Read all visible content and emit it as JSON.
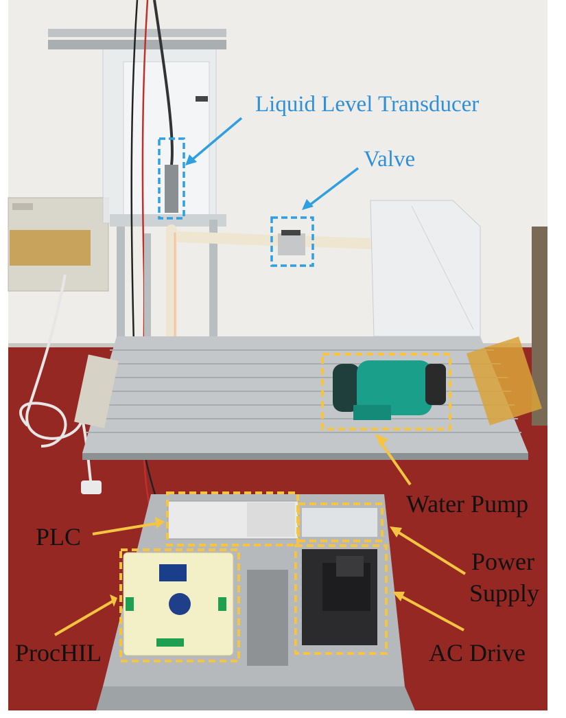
{
  "labels": {
    "liquid_level_transducer": "Liquid Level Transducer",
    "valve": "Valve",
    "water_pump": "Water Pump",
    "plc": "PLC",
    "power_supply_line1": "Power",
    "power_supply_line2": "Supply",
    "prochil": "ProcHIL",
    "ac_drive": "AC Drive"
  },
  "colors": {
    "blue_annotation": "#2f9fe0",
    "yellow_annotation": "#f5c542",
    "wall": "#f1f0ec",
    "floor": "#9a2a24",
    "frame": "#b8bcc0"
  }
}
